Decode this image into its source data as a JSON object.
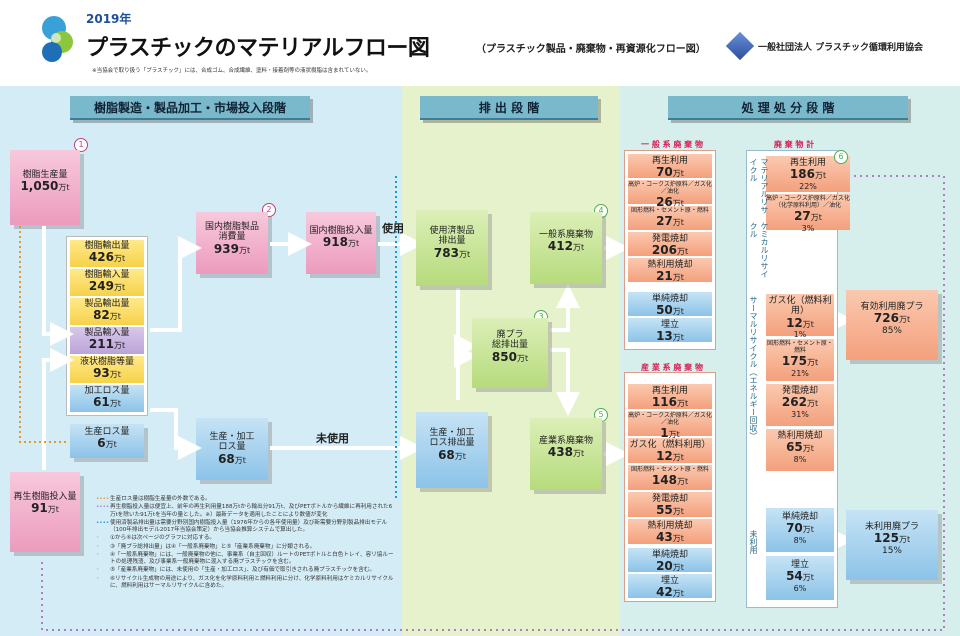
{
  "header": {
    "year": "2019年",
    "title": "プラスチックのマテリアルフロー図",
    "subtitle": "（プラスチック製品・廃棄物・再資源化フロー図）",
    "org": "一般社団法人 プラスチック循環利用協会",
    "footnote": "※当協会で取り扱う「プラスチック」には、合成ゴム、合成繊維、塗料・接着剤等の液状樹脂は含まれていない。"
  },
  "phases": {
    "p1": "樹脂製造・製品加工・市場投入段階",
    "p2": "排 出 段 階",
    "p3": "処 理 処 分 段 階"
  },
  "badges": {
    "n1": "1",
    "n2": "2",
    "n3": "3",
    "n4": "4",
    "n5": "5",
    "n6": "6"
  },
  "stage1": {
    "production": {
      "label": "樹脂生産量",
      "value": "1,050",
      "unit": "万t"
    },
    "recycled_input": {
      "label": "再生樹脂投入量",
      "value": "91",
      "unit": "万t"
    },
    "list": [
      {
        "label": "樹脂輸出量",
        "value": "426",
        "unit": "万t"
      },
      {
        "label": "樹脂輸入量",
        "value": "249",
        "unit": "万t"
      },
      {
        "label": "製品輸出量",
        "value": "82",
        "unit": "万t"
      },
      {
        "label": "製品輸入量",
        "value": "211",
        "unit": "万t"
      },
      {
        "label": "液状樹脂等量",
        "value": "93",
        "unit": "万t"
      },
      {
        "label": "加工ロス量",
        "value": "61",
        "unit": "万t"
      }
    ],
    "prod_loss": {
      "label": "生産ロス量",
      "value": "6",
      "unit": "万t"
    },
    "domestic": {
      "label": "国内樹脂製品\n消費量",
      "value": "939",
      "unit": "万t"
    },
    "domestic_input": {
      "label": "国内樹脂投入量",
      "value": "918",
      "unit": "万t"
    },
    "proc_loss": {
      "label": "生産・加工\nロス量",
      "value": "68",
      "unit": "万t"
    }
  },
  "stage2": {
    "use_label": "使用",
    "unused_label": "未使用",
    "used_discharge": {
      "label": "使用済製品\n排出量",
      "value": "783",
      "unit": "万t"
    },
    "loss_discharge": {
      "label": "生産・加工\nロス排出量",
      "value": "68",
      "unit": "万t"
    },
    "total": {
      "label": "廃プラ\n総排出量",
      "value": "850",
      "unit": "万t"
    },
    "general": {
      "label": "一般系廃棄物",
      "value": "412",
      "unit": "万t"
    },
    "industrial": {
      "label": "産業系廃棄物",
      "value": "438",
      "unit": "万t"
    }
  },
  "stage3": {
    "general_title": "一 般 系 廃 棄 物",
    "industrial_title": "産 業 系 廃 棄 物",
    "total_title": "廃 棄 物 計",
    "general_items": [
      {
        "label": "再生利用",
        "value": "70",
        "unit": "万t"
      },
      {
        "label": "高炉・コークス炉原料／ガス化／油化",
        "value": "26",
        "unit": "万t"
      },
      {
        "label": "固形燃料・セメント原・燃料",
        "value": "27",
        "unit": "万t"
      },
      {
        "label": "発電焼却",
        "value": "206",
        "unit": "万t"
      },
      {
        "label": "熱利用焼却",
        "value": "21",
        "unit": "万t"
      }
    ],
    "general_unused": [
      {
        "label": "単純焼却",
        "value": "50",
        "unit": "万t"
      },
      {
        "label": "埋立",
        "value": "13",
        "unit": "万t"
      }
    ],
    "industrial_items": [
      {
        "label": "再生利用",
        "value": "116",
        "unit": "万t"
      },
      {
        "label": "高炉・コークス炉原料／ガス化／油化",
        "value": "1",
        "unit": "万t"
      },
      {
        "label": "ガス化（燃料利用）",
        "value": "12",
        "unit": "万t"
      },
      {
        "label": "固形燃料・セメント原・燃料",
        "value": "148",
        "unit": "万t"
      },
      {
        "label": "発電焼却",
        "value": "55",
        "unit": "万t"
      },
      {
        "label": "熱利用焼却",
        "value": "43",
        "unit": "万t"
      }
    ],
    "industrial_unused": [
      {
        "label": "単純焼却",
        "value": "20",
        "unit": "万t"
      },
      {
        "label": "埋立",
        "value": "42",
        "unit": "万t"
      }
    ],
    "cat_material": "マテリアルリサイクル",
    "cat_chemical": "ケミカルリサイクル",
    "cat_thermal": "サーマルリサイクル（エネルギー回収）",
    "cat_unused": "未利用",
    "totals": [
      {
        "label": "再生利用",
        "value": "186",
        "unit": "万t",
        "pct": "22%"
      },
      {
        "label": "高炉・コークス炉原料／ガス化（化学原料利用）／油化",
        "value": "27",
        "unit": "万t",
        "pct": "3%"
      },
      {
        "label": "ガス化（燃料利用）",
        "value": "12",
        "unit": "万t",
        "pct": "1%"
      },
      {
        "label": "固形燃料・セメント原・燃料",
        "value": "175",
        "unit": "万t",
        "pct": "21%"
      },
      {
        "label": "発電焼却",
        "value": "262",
        "unit": "万t",
        "pct": "31%"
      },
      {
        "label": "熱利用焼却",
        "value": "65",
        "unit": "万t",
        "pct": "8%"
      }
    ],
    "totals_unused": [
      {
        "label": "単純焼却",
        "value": "70",
        "unit": "万t",
        "pct": "8%"
      },
      {
        "label": "埋立",
        "value": "54",
        "unit": "万t",
        "pct": "6%"
      }
    ],
    "effective": {
      "label": "有効利用廃プラ",
      "value": "726",
      "unit": "万t",
      "pct": "85%"
    },
    "ineffective": {
      "label": "未利用廃プラ",
      "value": "125",
      "unit": "万t",
      "pct": "15%"
    }
  },
  "notes": [
    "生産ロス量は樹脂生産量の外数である。",
    "再生樹脂投入量は便宜上、前年の再生利用量188万tから輸出分91万t、及びPETボトルから繊維に再利用された6万tを除いた91万tを当年の量とした。※）最新データを適用したことにより数値が変化",
    "使用済製品排出量は需要分野別国内樹脂投入量（1976年からの各年使用量）及び新需要分野別製品排出モデル（100年排出モデル2017年当協会策定）から当協会推算システムで算出した。",
    "①から⑥は次ページのグラフに対応する。",
    "③「廃プラ総排出量」は④「一般系廃棄物」と⑤「産業系廃棄物」に分類される。",
    "④「一般系廃棄物」には、一般廃棄物の他に、事業系（自主回収）ルートのPETボトルと白色トレイ、容リ協ルートの処理残渣、及び事業系一般廃棄物に混入する廃プラスチックを含む。",
    "⑤「産業系廃棄物」には、未使用の「生産・加工ロス」、及び有価で取引きされる廃プラスチックを含む。",
    "⑥リサイクル生成物の用途により、ガス化を化学原料利用と燃料利用に分け、化学原料利用はケミカルリサイクルに、燃料利用はサーマルリサイクルに含めた。"
  ]
}
